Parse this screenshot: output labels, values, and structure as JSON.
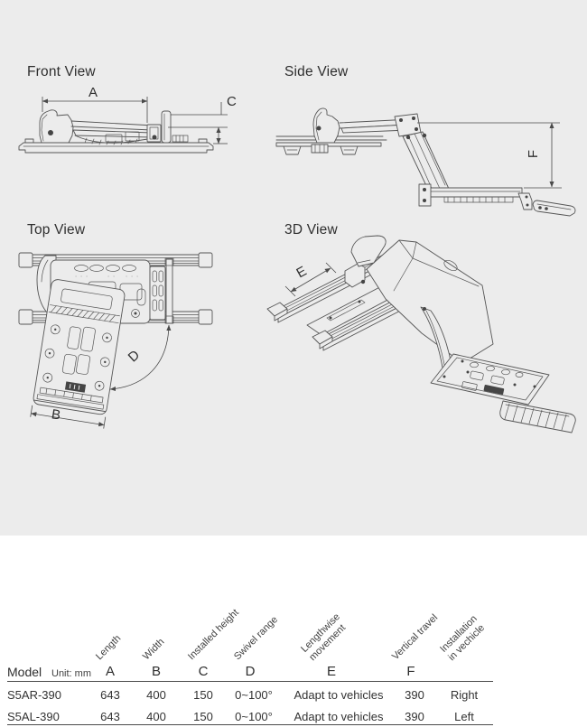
{
  "style": {
    "panel_background": "#ececec",
    "page_background": "#ffffff",
    "line_color": "#565656",
    "text_color": "#3a3a3a"
  },
  "views": {
    "front": {
      "title": "Front View"
    },
    "side": {
      "title": "Side View"
    },
    "top": {
      "title": "Top View"
    },
    "three_d": {
      "title": "3D View"
    }
  },
  "dim_labels": {
    "a": "A",
    "b": "B",
    "c": "C",
    "d": "D",
    "e": "E",
    "f": "F"
  },
  "table": {
    "model_header": "Model",
    "unit_label": "Unit: mm",
    "columns": [
      {
        "letter": "A",
        "label_line1": "Length",
        "label_line2": ""
      },
      {
        "letter": "B",
        "label_line1": "Width",
        "label_line2": ""
      },
      {
        "letter": "C",
        "label_line1": "Installed height",
        "label_line2": ""
      },
      {
        "letter": "D",
        "label_line1": "Swivel range",
        "label_line2": ""
      },
      {
        "letter": "E",
        "label_line1": "Lengthwise",
        "label_line2": "movement"
      },
      {
        "letter": "F",
        "label_line1": "Vertical travel",
        "label_line2": ""
      },
      {
        "letter": "",
        "label_line1": "Installation",
        "label_line2": "in vechicle"
      }
    ],
    "rows": [
      {
        "model": "S5AR-390",
        "a": "643",
        "b": "400",
        "c": "150",
        "d": "0~100°",
        "e": "Adapt to vehicles",
        "f": "390",
        "install": "Right"
      },
      {
        "model": "S5AL-390",
        "a": "643",
        "b": "400",
        "c": "150",
        "d": "0~100°",
        "e": "Adapt to vehicles",
        "f": "390",
        "install": "Left"
      }
    ]
  }
}
